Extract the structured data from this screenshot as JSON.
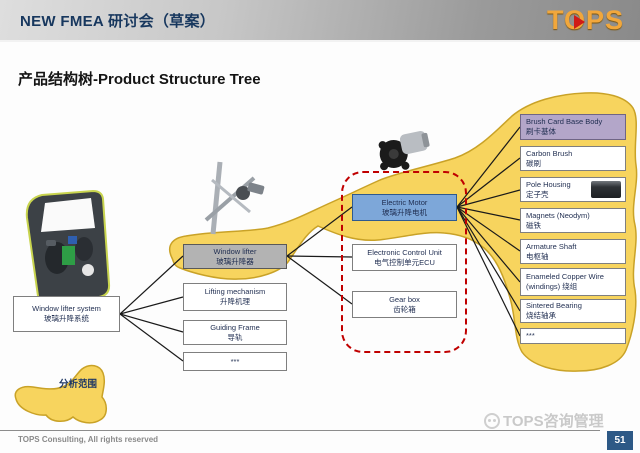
{
  "header": {
    "title": "NEW FMEA 研讨会（草案）",
    "logo": "TOPS"
  },
  "slide": {
    "title": "产品结构树-Product Structure Tree"
  },
  "tree": {
    "root": {
      "line1": "Window lifter system",
      "line2": "玻璃升降系统"
    },
    "level2": [
      {
        "line1": "Window lifter",
        "line2": "玻璃升降器"
      },
      {
        "line1": "Lifting mechanism",
        "line2": "升降机理"
      },
      {
        "line1": "Guiding Frame",
        "line2": "导轨"
      },
      {
        "line1": "***"
      }
    ],
    "level3": [
      {
        "line1": "Electric Motor",
        "line2": "玻璃升降电机"
      },
      {
        "line1": "Electronic Control Unit",
        "line2": "电气控制单元ECU"
      },
      {
        "line1": "Gear box",
        "line2": "齿轮箱"
      }
    ],
    "level4": [
      {
        "line1": "Brush Card Base Body",
        "line2": "刷卡基体"
      },
      {
        "line1": "Carbon Brush",
        "line2": "碳刷"
      },
      {
        "line1": "Pole Housing",
        "line2": "定子壳"
      },
      {
        "line1": "Magnets (Neodym)",
        "line2": "磁铁"
      },
      {
        "line1": "Armature Shaft",
        "line2": "电枢轴"
      },
      {
        "line1": "Enameled Copper Wire",
        "line2": "(windings) 绕组"
      },
      {
        "line1": "Sintered Bearing",
        "line2": "烧结轴承"
      },
      {
        "line1": "***"
      }
    ]
  },
  "scope_label": "分析范围",
  "images": {
    "door": "car-door-photo",
    "regulator": "window-regulator-photo",
    "motor": "electric-motor-photo",
    "pole_housing": "pole-housing-photo"
  },
  "footer": {
    "copyright": "TOPS Consulting, All rights reserved",
    "watermark": "TOPS咨询管理",
    "page": "51"
  },
  "colors": {
    "highlight_yellow": "#f7d45e",
    "highlight_border": "#c9a227",
    "motor_blue": "#7da7d9",
    "lifter_gray": "#b3b3b3",
    "card_purple": "#b3a6c9",
    "dashed_red": "#c00000",
    "header_navy": "#17375e",
    "logo_gold": "#f1a73c"
  }
}
